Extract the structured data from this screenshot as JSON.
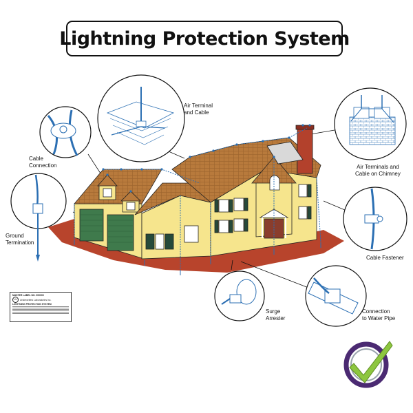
{
  "title": "Lightning Protection System",
  "callouts": {
    "air_terminal_and_cable": [
      "Air Terminal",
      "and Cable"
    ],
    "cable_connection": [
      "Cable",
      "Connection"
    ],
    "air_terminals_chimney": [
      "Air Terminals and",
      "Cable on Chimney"
    ],
    "ground_termination": [
      "Ground",
      "Termination"
    ],
    "cable_fastener": "Cable Fastener",
    "surge_arrester": [
      "Surge",
      "Arrester"
    ],
    "connection_water_pipe": [
      "Connection",
      "to Water Pipe"
    ]
  },
  "master_label": {
    "line1": "MASTER LABEL NO. 000000",
    "line2": "Underwriters Laboratories Inc.",
    "line3": "LIGHTNING PROTECTION SYSTEM"
  },
  "colors": {
    "cable": "#2b6fb3",
    "roof": "#b87a3c",
    "wall": "#f6e58d",
    "ground": "#b8442c",
    "garage_door": "#3f7a4c",
    "chimney": "#b3412c",
    "check_green": "#8dc63f",
    "ring_purple": "#4b2a72"
  },
  "icons": [
    "checkmark-logo-icon",
    "ul-logo-icon"
  ]
}
